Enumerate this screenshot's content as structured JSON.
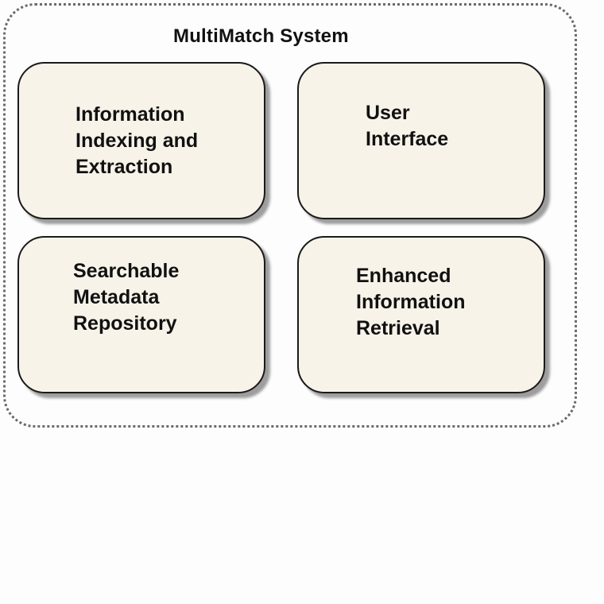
{
  "diagram": {
    "title": "MultiMatch System",
    "components": [
      {
        "label": "Information\nIndexing and\nExtraction"
      },
      {
        "label": "User\nInterface"
      },
      {
        "label": "Searchable\nMetadata\nRepository"
      },
      {
        "label": "Enhanced\nInformation\nRetrieval"
      }
    ]
  }
}
